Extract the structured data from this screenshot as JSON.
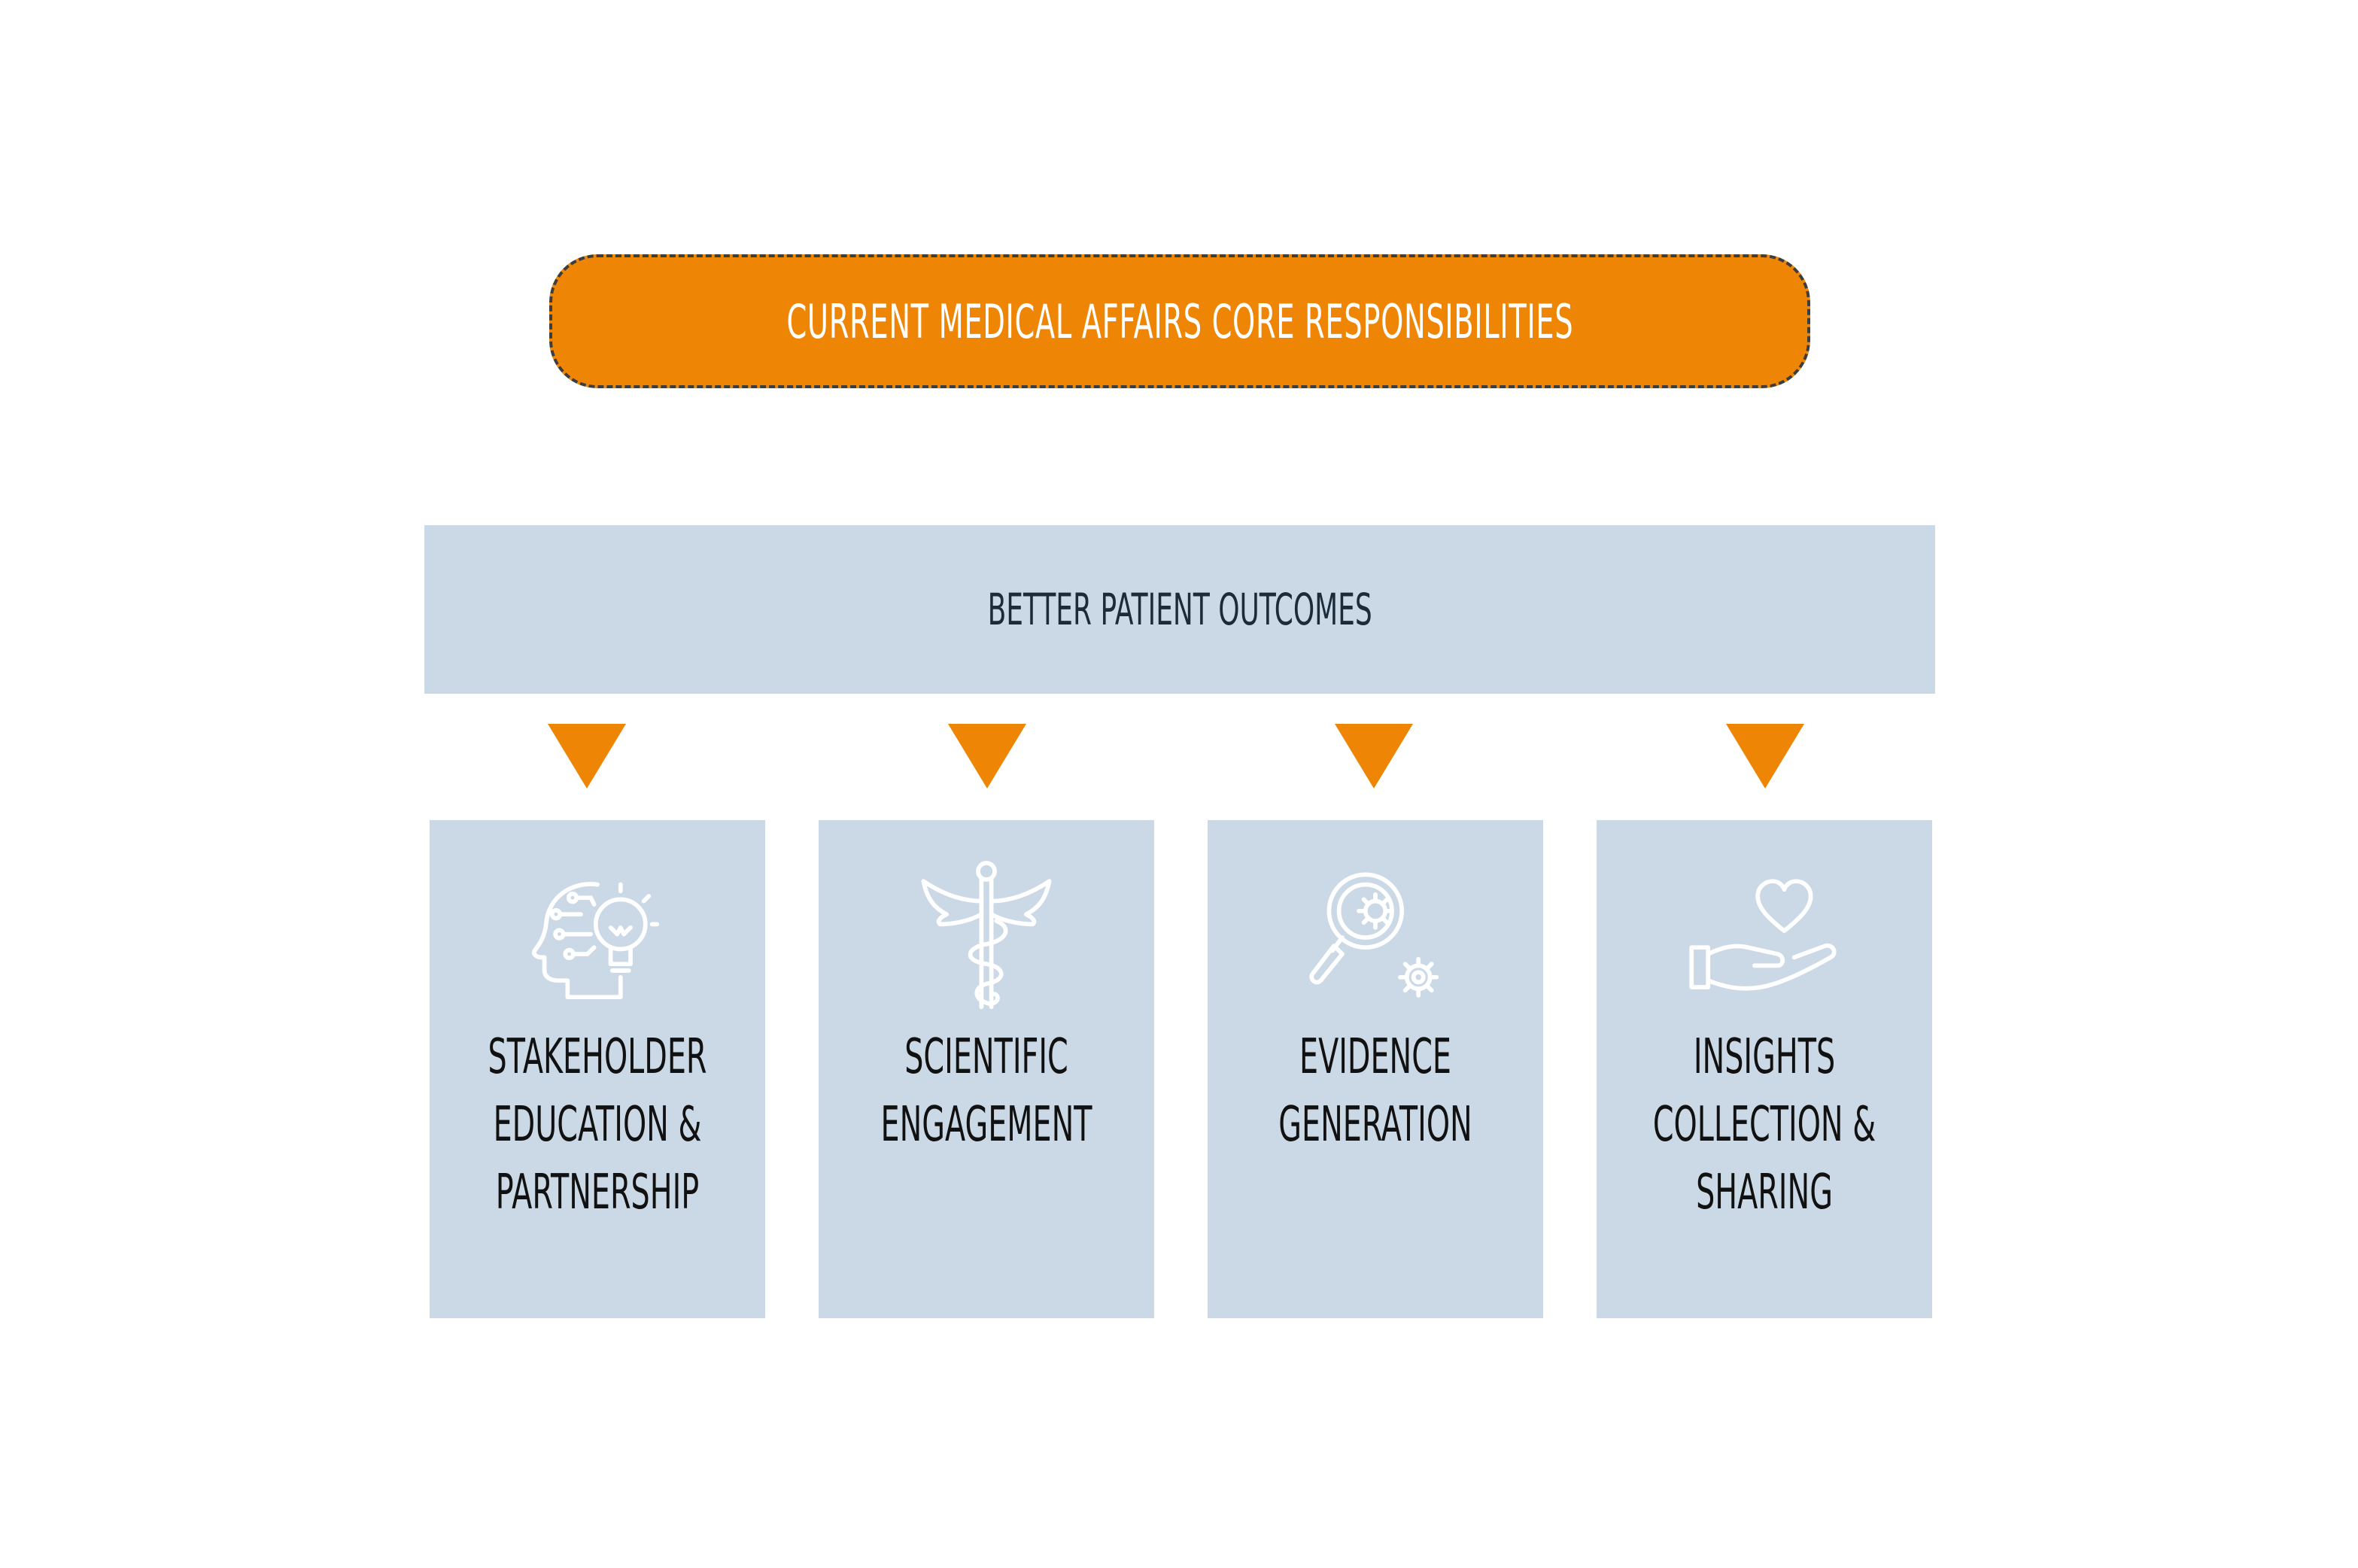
{
  "title": "CURRENT MEDICAL AFFAIRS CORE RESPONSIBILITIES",
  "banner": "BETTER PATIENT OUTCOMES",
  "colors": {
    "accent": "#ee8504",
    "panel": "#cbd9e6",
    "banner_text": "#1c2b3a",
    "card_text": "#111111",
    "icon_stroke": "#ffffff"
  },
  "cards": [
    {
      "icon": "head-lightbulb-icon",
      "lines": [
        "STAKEHOLDER",
        "EDUCATION &",
        "PARTNERSHIP"
      ]
    },
    {
      "icon": "caduceus-icon",
      "lines": [
        "SCIENTIFIC",
        "ENGAGEMENT"
      ]
    },
    {
      "icon": "magnifier-gears-icon",
      "lines": [
        "EVIDENCE",
        "GENERATION"
      ]
    },
    {
      "icon": "hand-heart-icon",
      "lines": [
        "INSIGHTS",
        "COLLECTION &",
        "SHARING"
      ]
    }
  ]
}
